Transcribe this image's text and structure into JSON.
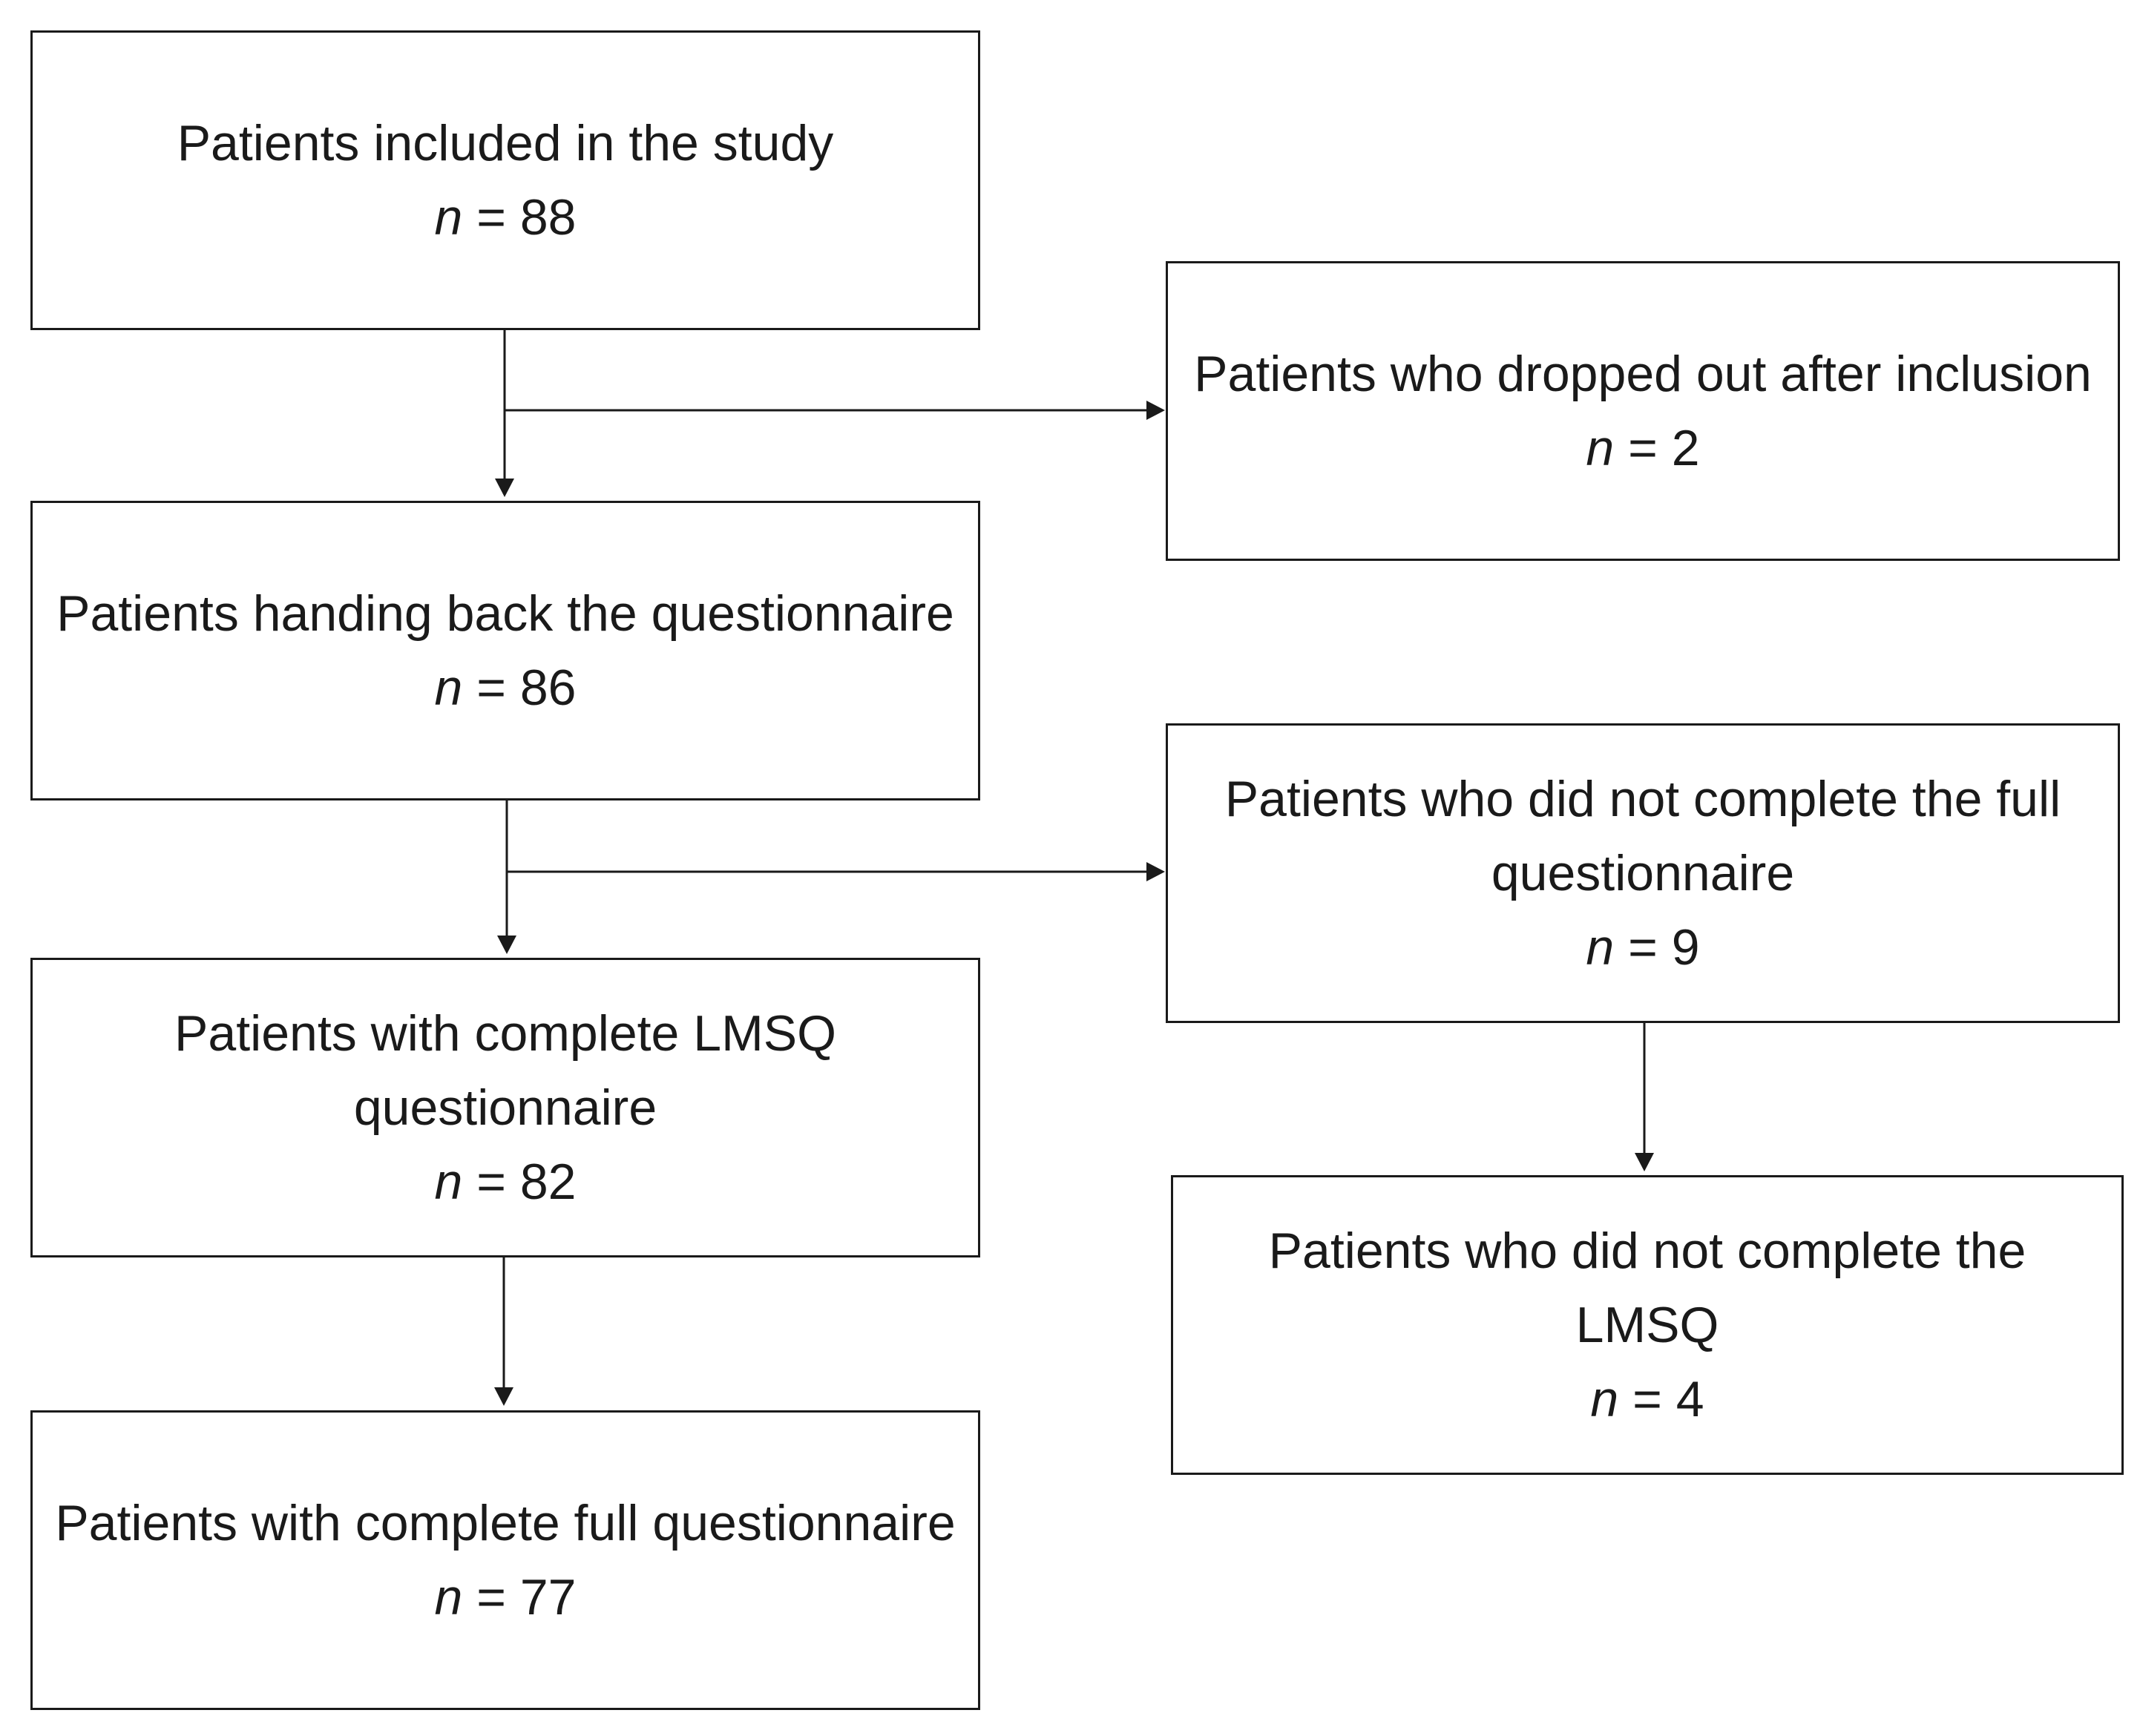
{
  "boxes": {
    "included": {
      "label": "Patients included in the study",
      "n_prefix": "n",
      "n_value": " = 88"
    },
    "handed": {
      "label": "Patients handing back the questionnaire",
      "n_prefix": "n",
      "n_value": " = 86"
    },
    "lmsq": {
      "label": "Patients with complete LMSQ questionnaire",
      "n_prefix": "n",
      "n_value": " = 82"
    },
    "full": {
      "label": "Patients with complete full questionnaire",
      "n_prefix": "n",
      "n_value": " = 77"
    },
    "dropped": {
      "label": "Patients who dropped out after inclusion",
      "n_prefix": "n",
      "n_value": " = 2"
    },
    "notfull": {
      "label": "Patients who did not complete the full questionnaire",
      "n_prefix": "n",
      "n_value": " = 9"
    },
    "notlmsq": {
      "label": "Patients who did not complete the LMSQ",
      "n_prefix": "n",
      "n_value": " = 4"
    }
  },
  "colors": {
    "line": "#1a1a1a",
    "box_fill": "#ffffff"
  }
}
